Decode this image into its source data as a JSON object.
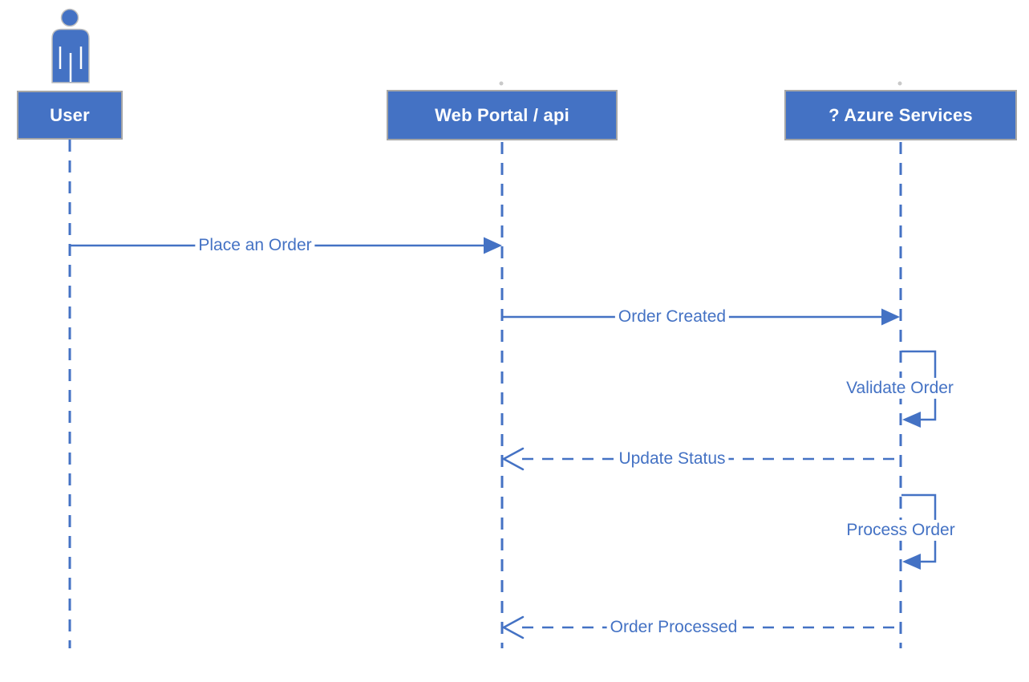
{
  "diagram": {
    "type": "sequence-diagram",
    "colors": {
      "accent": "#4472C4",
      "box_fill": "#4472C4",
      "box_border": "#A6A6A6",
      "box_text": "#FFFFFF",
      "message_text": "#4472C4",
      "background": "#FFFFFF"
    },
    "participants": [
      {
        "label": "User",
        "kind": "actor",
        "icon": "person-icon"
      },
      {
        "label": "Web Portal / api",
        "kind": "lifeline"
      },
      {
        "label": "? Azure Services",
        "kind": "lifeline"
      }
    ],
    "messages": [
      {
        "label": "Place an Order",
        "from": "User",
        "to": "Web Portal / api",
        "line": "solid",
        "arrow": "filled",
        "self": false
      },
      {
        "label": "Order Created",
        "from": "Web Portal / api",
        "to": "? Azure Services",
        "line": "solid",
        "arrow": "filled",
        "self": false
      },
      {
        "label": "Validate Order",
        "from": "? Azure Services",
        "to": "? Azure Services",
        "line": "solid",
        "arrow": "filled",
        "self": true
      },
      {
        "label": "Update Status",
        "from": "? Azure Services",
        "to": "Web Portal / api",
        "line": "dashed",
        "arrow": "open",
        "self": false
      },
      {
        "label": "Process Order",
        "from": "? Azure Services",
        "to": "? Azure Services",
        "line": "solid",
        "arrow": "filled",
        "self": true
      },
      {
        "label": "Order Processed",
        "from": "? Azure Services",
        "to": "Web Portal / api",
        "line": "dashed",
        "arrow": "open",
        "self": false
      }
    ]
  }
}
